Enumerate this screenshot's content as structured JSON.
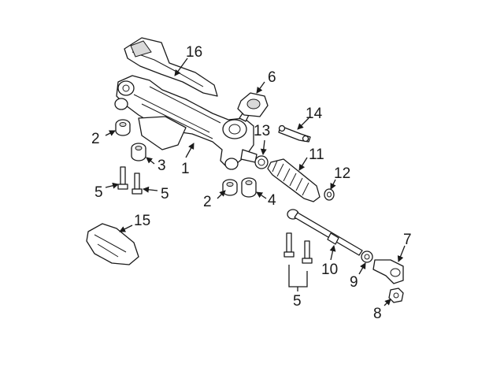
{
  "callouts": [
    "1",
    "2",
    "2",
    "3",
    "4",
    "5",
    "5",
    "5",
    "6",
    "7",
    "8",
    "9",
    "10",
    "11",
    "12",
    "13",
    "14",
    "15",
    "16"
  ],
  "colors": {
    "line": "#1a1a1a",
    "background": "#ffffff",
    "shade": "#d9d9d9"
  }
}
